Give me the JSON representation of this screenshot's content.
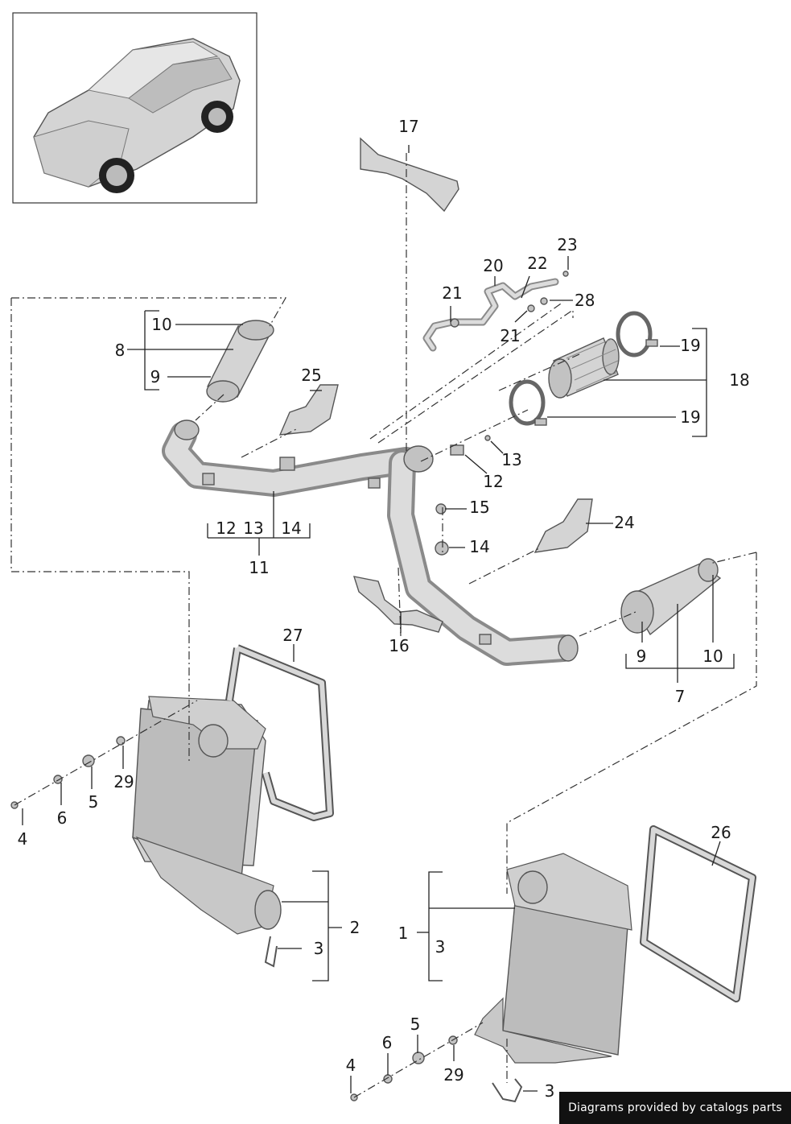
{
  "labels": {
    "l1": "1",
    "l2": "2",
    "l3a": "3",
    "l3b": "3",
    "l3c": "3",
    "l4a": "4",
    "l4b": "4",
    "l5a": "5",
    "l5b": "5",
    "l6a": "6",
    "l6b": "6",
    "l7": "7",
    "l8": "8",
    "l9a": "9",
    "l9b": "9",
    "l10a": "10",
    "l10b": "10",
    "l11": "11",
    "l12a": "12",
    "l12b": "12",
    "l13a": "13",
    "l13b": "13",
    "l14a": "14",
    "l14b": "14",
    "l15": "15",
    "l16": "16",
    "l17": "17",
    "l18": "18",
    "l19a": "19",
    "l19b": "19",
    "l20": "20",
    "l21a": "21",
    "l21b": "21",
    "l22": "22",
    "l23": "23",
    "l24": "24",
    "l25": "25",
    "l26": "26",
    "l27": "27",
    "l28": "28",
    "l29a": "29",
    "l29b": "29"
  },
  "footer": {
    "text": "Diagrams provided by catalogs parts"
  }
}
